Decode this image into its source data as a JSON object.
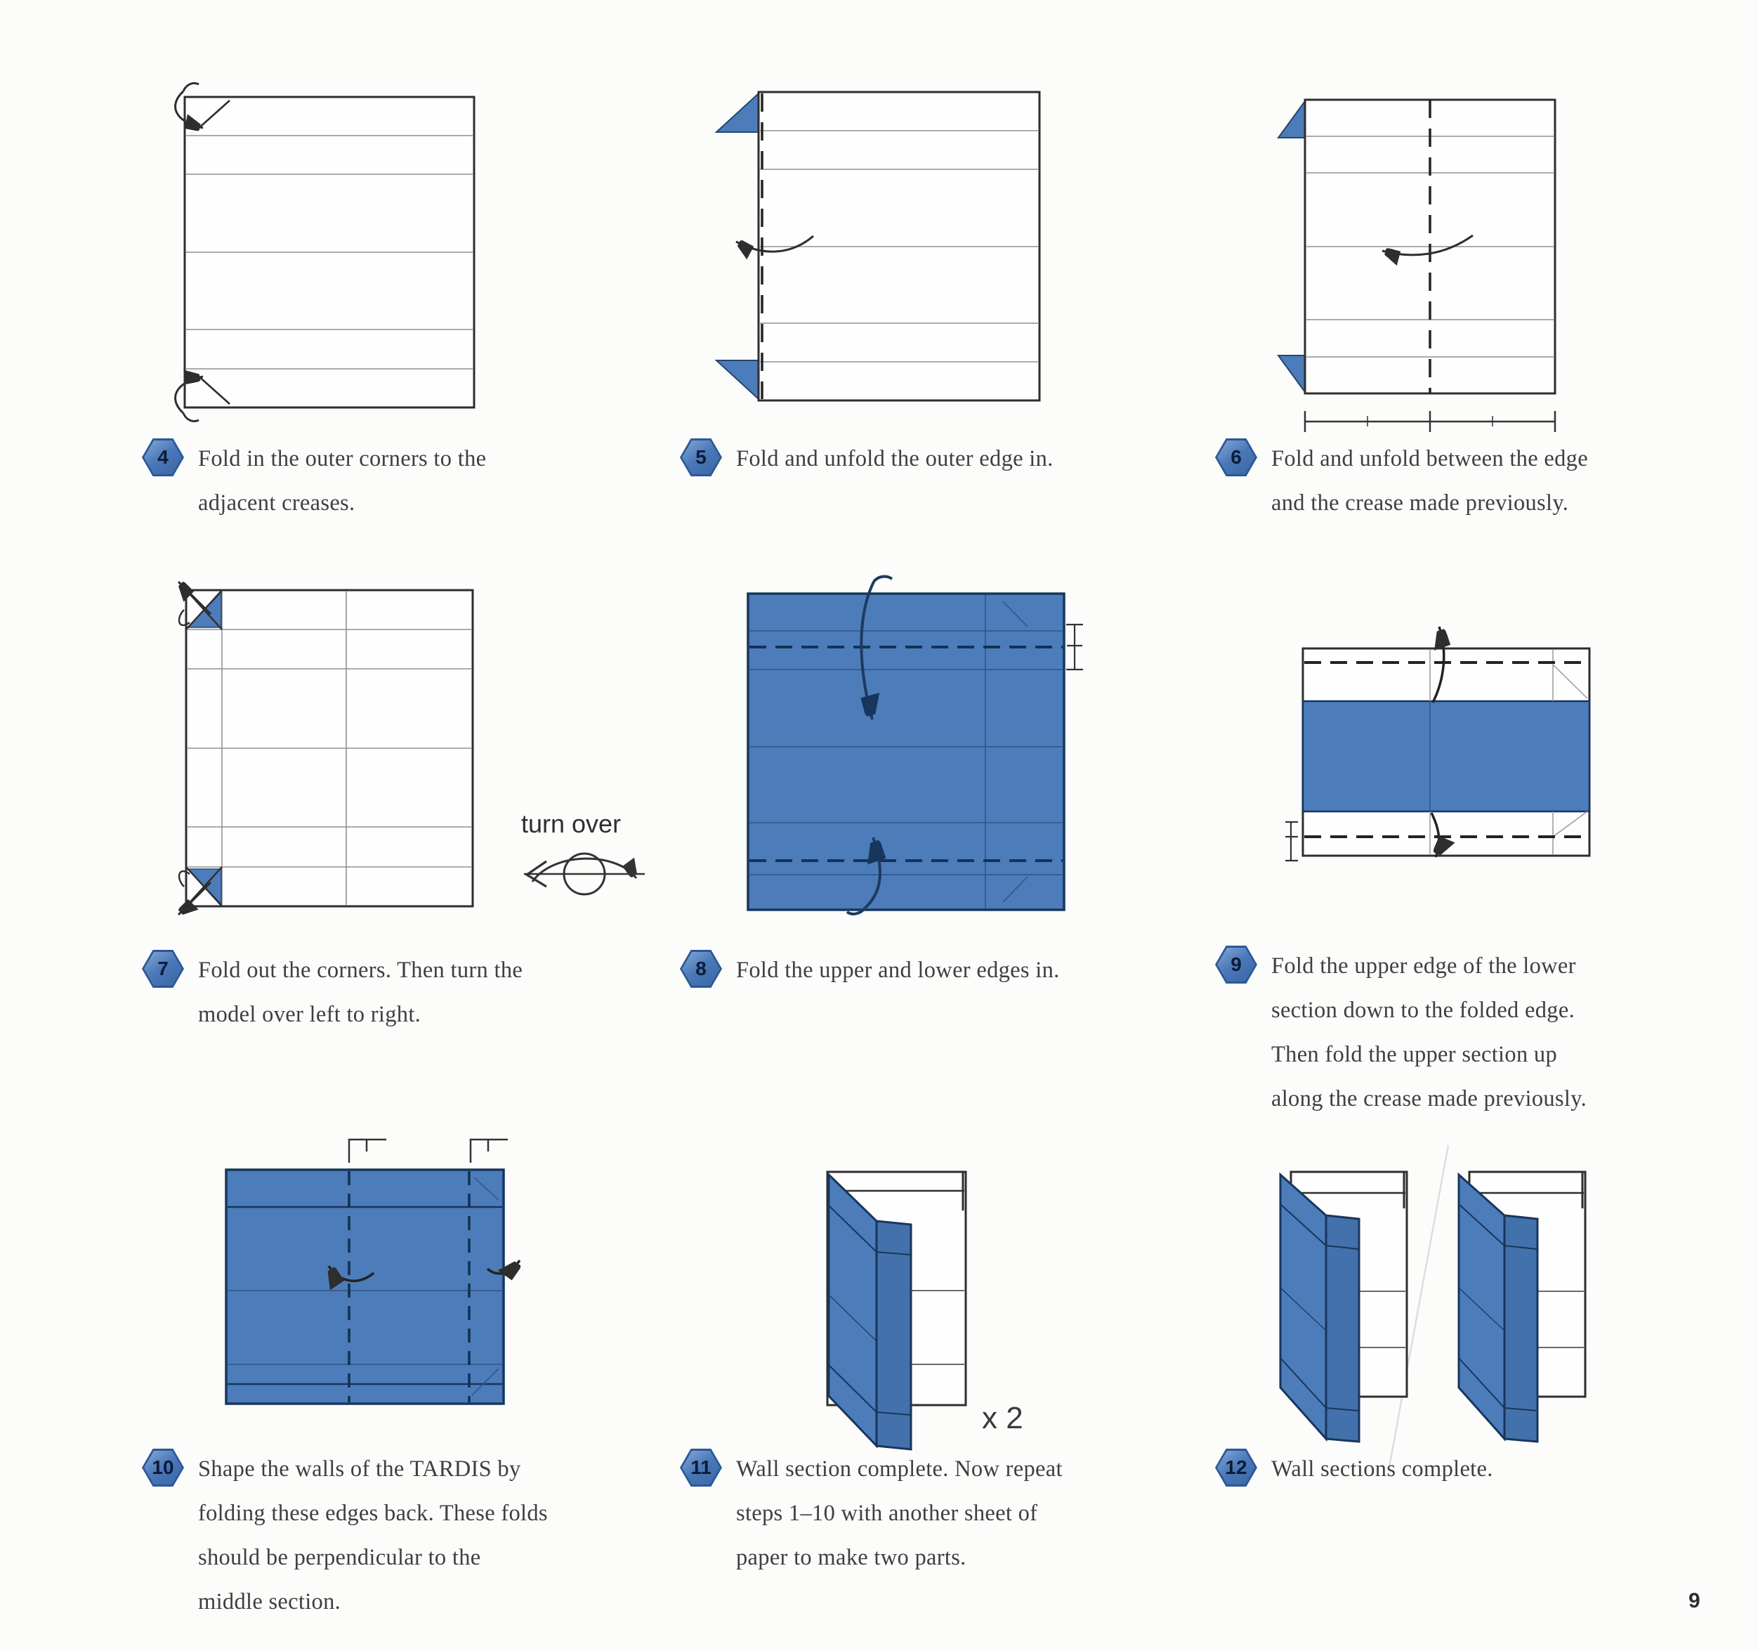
{
  "page_number": "9",
  "annotations": {
    "turn_over": "turn over",
    "repeat_count": "x 2"
  },
  "steps": [
    {
      "num": "4",
      "text": "Fold in the outer corners to the adjacent creases."
    },
    {
      "num": "5",
      "text": "Fold and unfold the outer edge in."
    },
    {
      "num": "6",
      "text": "Fold and unfold between the edge and the crease made previously."
    },
    {
      "num": "7",
      "text": "Fold out the corners. Then turn the model over left to right."
    },
    {
      "num": "8",
      "text": "Fold the upper and lower edges in."
    },
    {
      "num": "9",
      "text": "Fold the upper edge of the lower section down to the folded edge. Then fold the upper section up along the crease made previously."
    },
    {
      "num": "10",
      "text": "Shape the walls of the TARDIS by folding these edges back. These folds should be perpendicular to the middle section."
    },
    {
      "num": "11",
      "text": "Wall section complete. Now repeat steps 1–10 with another sheet of paper to make two parts."
    },
    {
      "num": "12",
      "text": "Wall sections complete."
    }
  ],
  "colors": {
    "paper_blue": "#4d7cba",
    "paper_blue_side": "#4371ab",
    "navy_line": "#17365c",
    "dark_line": "#2e2e2e",
    "crease_gray": "#8f8f8f",
    "badge_blue": "#4a78b8",
    "text": "#3f3f3f"
  }
}
